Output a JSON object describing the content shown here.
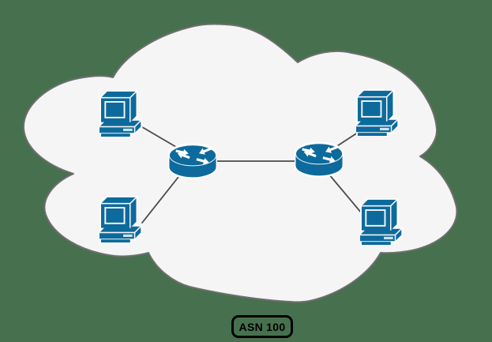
{
  "colors": {
    "background": "#47714e",
    "cloud_fill": "#f5f5f5",
    "cloud_border": "#6e6e6e",
    "node_blue": "#0d6a9c",
    "link_line": "#4a4a4a",
    "label_border": "#000000",
    "label_text_color": "#000000"
  },
  "diagram": {
    "type": "network-topology",
    "region_label": "ASN 100",
    "nodes": [
      {
        "id": "pc-top-left",
        "kind": "workstation"
      },
      {
        "id": "pc-top-right",
        "kind": "workstation"
      },
      {
        "id": "pc-bottom-left",
        "kind": "workstation"
      },
      {
        "id": "pc-bottom-right",
        "kind": "workstation"
      },
      {
        "id": "router-left",
        "kind": "router"
      },
      {
        "id": "router-right",
        "kind": "router"
      }
    ],
    "links": [
      {
        "from": "pc-top-left",
        "to": "router-left"
      },
      {
        "from": "pc-bottom-left",
        "to": "router-left"
      },
      {
        "from": "router-left",
        "to": "router-right"
      },
      {
        "from": "pc-top-right",
        "to": "router-right"
      },
      {
        "from": "pc-bottom-right",
        "to": "router-right"
      }
    ]
  }
}
